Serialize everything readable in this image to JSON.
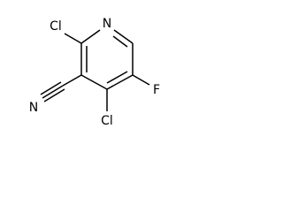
{
  "molecule": {
    "atoms": {
      "n_ring": "N",
      "cl_c2": "Cl",
      "cl_c4": "Cl",
      "f_c5": "F",
      "n_nitrile": "N"
    }
  }
}
